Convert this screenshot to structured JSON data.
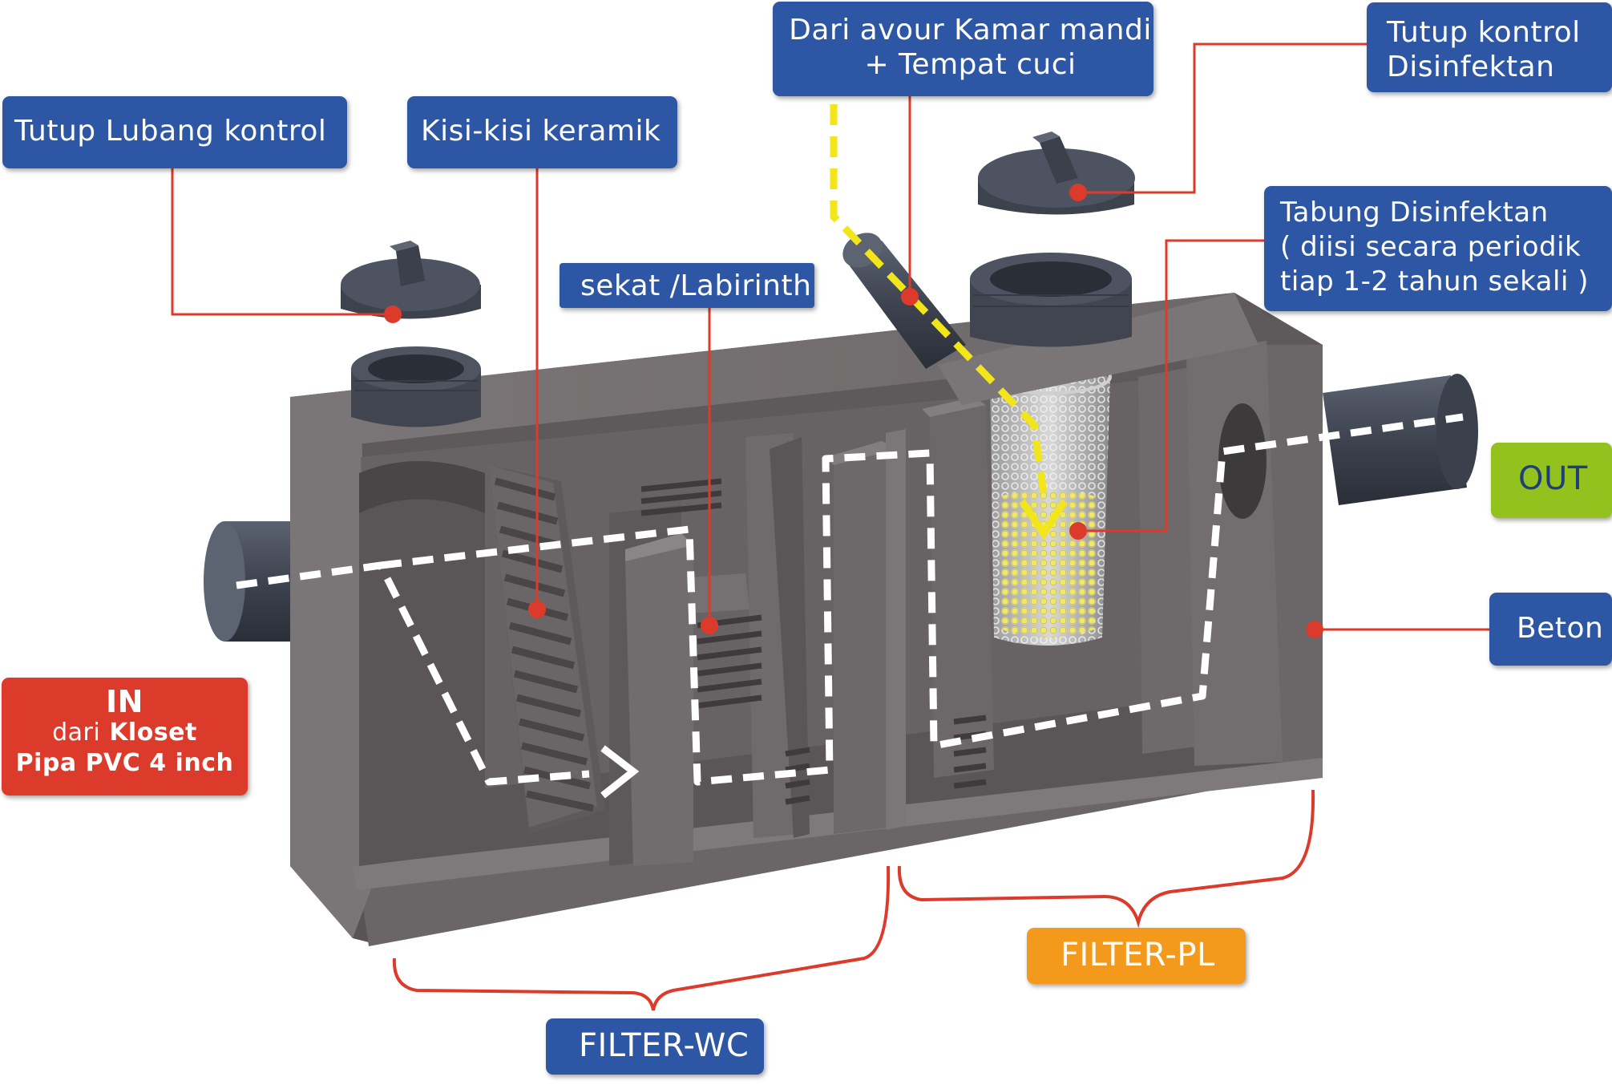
{
  "callouts": {
    "tutup_lubang": "Tutup Lubang kontrol",
    "kisi_kisi": "Kisi-kisi keramik",
    "sekat": "sekat /Labirinth",
    "dari_avour_line1": "Dari avour Kamar mandi",
    "dari_avour_line2": "+ Tempat cuci",
    "tutup_kontrol_line1": "Tutup kontrol",
    "tutup_kontrol_line2": "Disinfektan",
    "tabung_line1": "Tabung Disinfektan",
    "tabung_line2": "( diisi secara periodik",
    "tabung_line3": "tiap 1-2 tahun sekali )",
    "beton": "Beton",
    "out": "OUT",
    "in_title": "IN",
    "in_dari": "dari",
    "in_kloset": "Kloset",
    "in_pipa": "Pipa PVC 4 inch",
    "filter_wc": "FILTER-WC",
    "filter_pl": "FILTER-PL"
  },
  "colors": {
    "label_blue": "#2d57a4",
    "label_red": "#dc3b2c",
    "label_green": "#93c11e",
    "label_orange": "#f39a1c",
    "leader_line": "#dc3b2c",
    "concrete": "#6e6a6b",
    "pipe": "#474d5a",
    "flow_white": "#ffffff",
    "flow_yellow": "#f2e61a"
  }
}
